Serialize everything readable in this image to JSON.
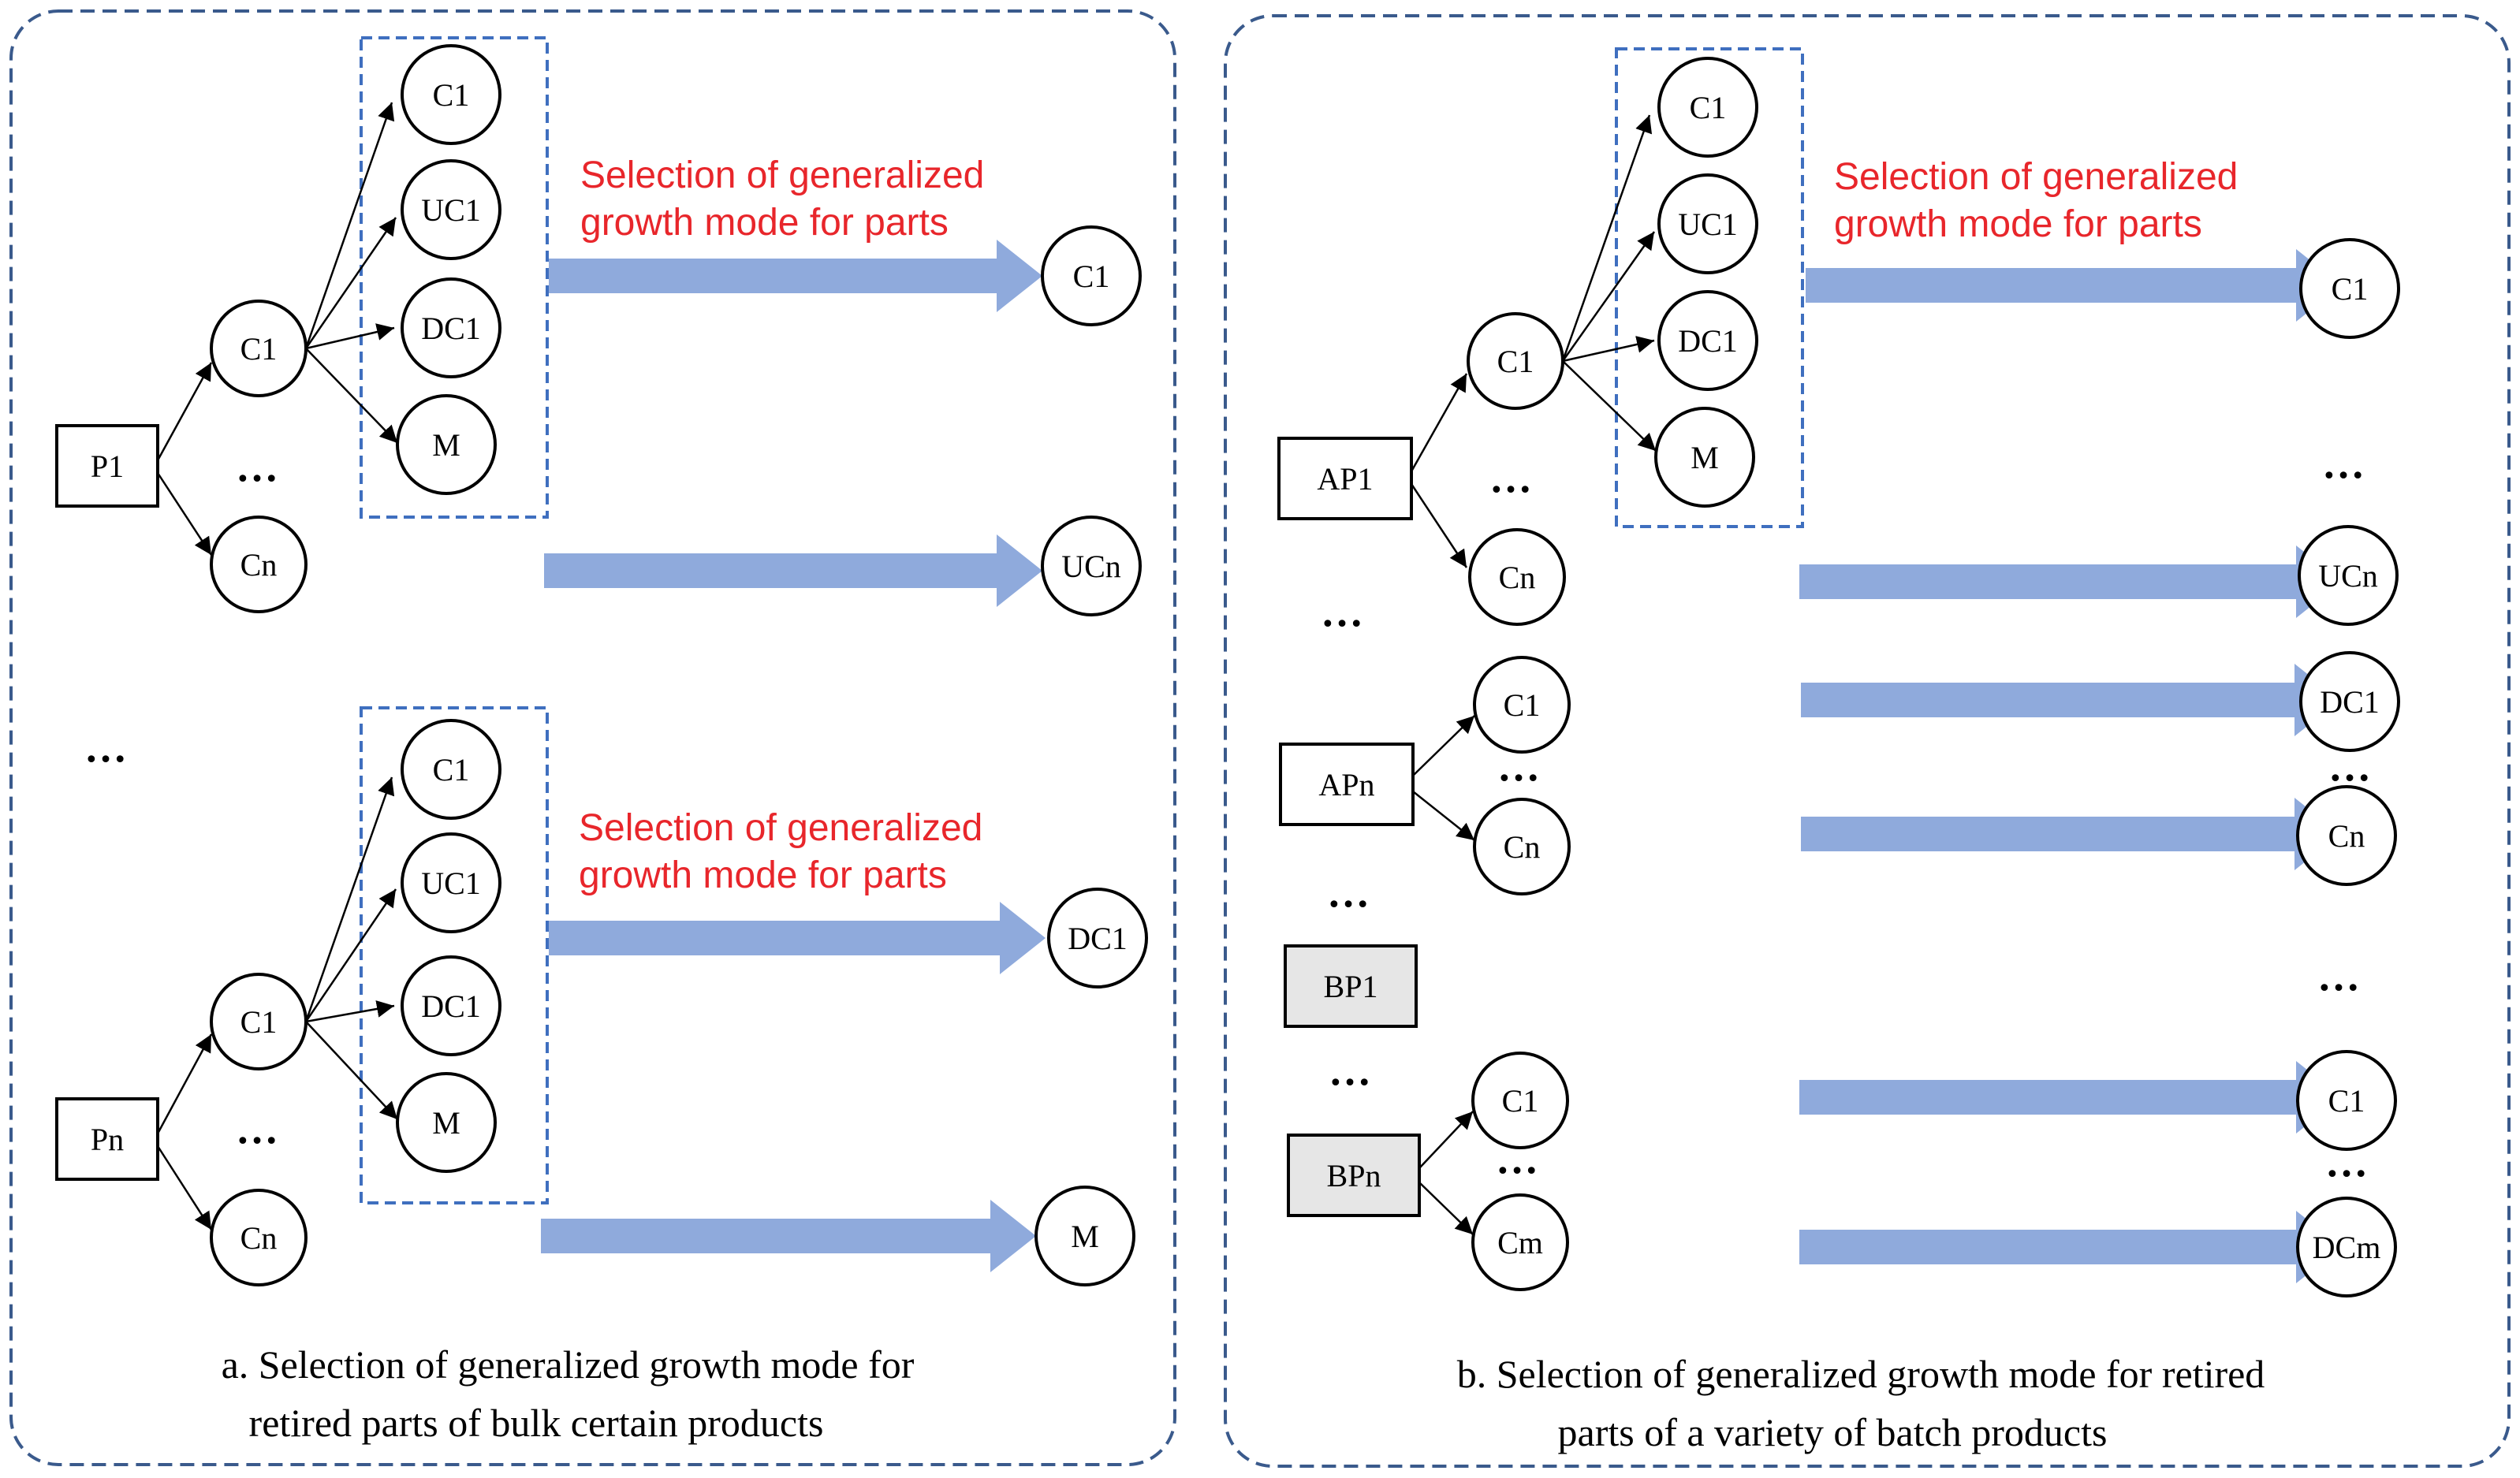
{
  "colors": {
    "panel_border": "#3a5a8c",
    "dashed_group": "#3f6fbf",
    "arrow_fill": "#8faadc",
    "label_red": "#e8262b",
    "gray_box": "#e6e6e6"
  },
  "panel_a": {
    "caption_line1": "a. Selection of generalized growth mode for",
    "caption_line2": "retired parts of bulk certain products",
    "annotation_line1": "Selection of generalized",
    "annotation_line2": "growth mode for parts",
    "annotation2_line1": "Selection of generalized",
    "annotation2_line2": "growth mode for parts",
    "product1": "P1",
    "productn": "Pn",
    "between_products": "…",
    "tree1": {
      "c1": "C1",
      "cn": "Cn",
      "dots": "…",
      "options": [
        "C1",
        "UC1",
        "DC1",
        "M"
      ]
    },
    "tree2": {
      "c1": "C1",
      "cn": "Cn",
      "dots": "…",
      "options": [
        "C1",
        "UC1",
        "DC1",
        "M"
      ]
    },
    "results": [
      "C1",
      "UCn",
      "DC1",
      "M"
    ]
  },
  "panel_b": {
    "caption_line1": "b. Selection of generalized growth mode for retired",
    "caption_line2": "parts of a variety of batch products",
    "annotation_line1": "Selection of generalized",
    "annotation_line2": "growth mode for parts",
    "products": {
      "ap1": "AP1",
      "apn": "APn",
      "bp1": "BP1",
      "bpn": "BPn"
    },
    "dots": "…",
    "tree_ap1": {
      "c1": "C1",
      "cn": "Cn",
      "options": [
        "C1",
        "UC1",
        "DC1",
        "M"
      ]
    },
    "tree_apn": {
      "c1": "C1",
      "cn": "Cn"
    },
    "tree_bpn": {
      "c1": "C1",
      "cm": "Cm"
    },
    "results": [
      "C1",
      "UCn",
      "DC1",
      "Cn",
      "C1",
      "DCm"
    ]
  }
}
